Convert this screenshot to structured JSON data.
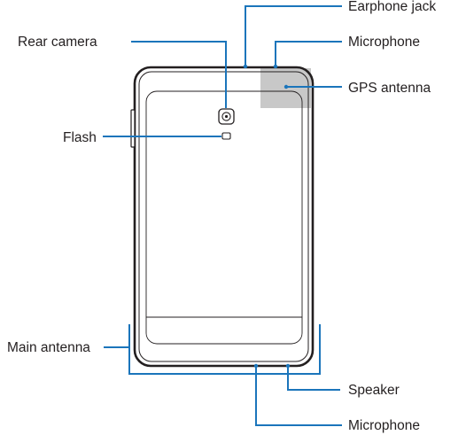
{
  "labels": {
    "earphone_jack": "Earphone jack",
    "microphone_top": "Microphone",
    "gps_antenna": "GPS antenna",
    "rear_camera": "Rear camera",
    "flash": "Flash",
    "main_antenna": "Main antenna",
    "speaker": "Speaker",
    "microphone_bottom": "Microphone"
  },
  "colors": {
    "callout": "#1b75bb",
    "device_outline": "#231f20",
    "gps_area": "#c8c8c8"
  }
}
